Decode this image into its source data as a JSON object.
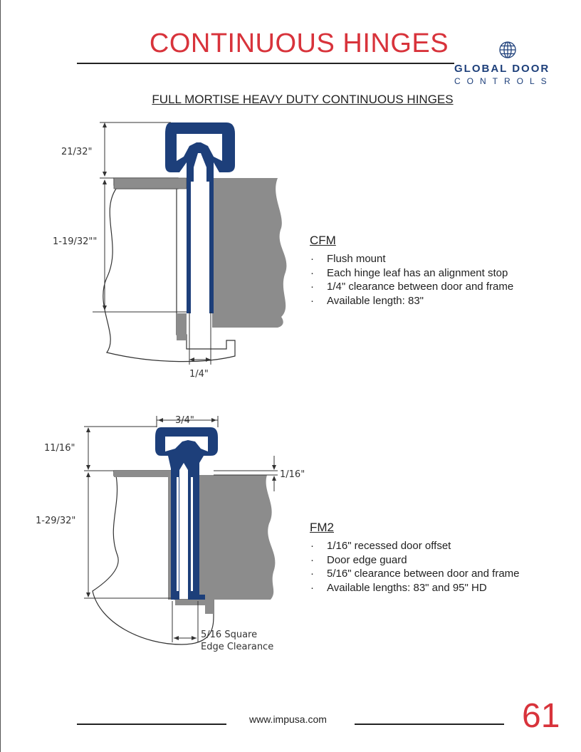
{
  "header": {
    "title": "CONTINUOUS HINGES",
    "logo_line1": "GLOBAL DOOR",
    "logo_line2": "CONTROLS"
  },
  "subtitle": "FULL MORTISE HEAVY DUTY CONTINUOUS HINGES",
  "diagram1": {
    "dim_top": "21/32\"",
    "dim_height": "1-19/32\"\"",
    "dim_clearance": "1/4\""
  },
  "diagram2": {
    "dim_width": "3/4\"",
    "dim_top": "11/16\"",
    "dim_height": "1-29/32\"",
    "dim_offset": "1/16\"",
    "note_line1": "5/16 Square",
    "note_line2": "Edge Clearance"
  },
  "specs": [
    {
      "name": "CFM",
      "bullets": [
        "Flush mount",
        "Each hinge leaf has an alignment stop",
        "1/4\" clearance between door and frame",
        "Available length: 83\""
      ]
    },
    {
      "name": "FM2",
      "bullets": [
        "1/16\" recessed door offset",
        "Door edge guard",
        "5/16\" clearance between door and frame",
        "Available lengths: 83\" and 95\" HD"
      ]
    }
  ],
  "footer": {
    "url": "www.impusa.com",
    "page_number": "61"
  },
  "colors": {
    "title_red": "#d8333b",
    "hinge_navy": "#1d3f7a",
    "door_gray": "#8c8c8c"
  }
}
